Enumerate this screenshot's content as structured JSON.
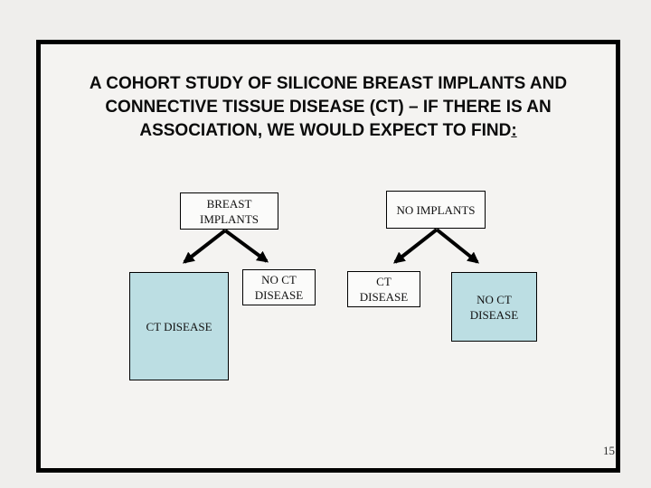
{
  "slide": {
    "title": {
      "text": "A COHORT STUDY OF SILICONE BREAST IMPLANTS AND\nCONNECTIVE TISSUE DISEASE (CT) – IF THERE IS AN\nASSOCIATION, WE WOULD EXPECT TO FIND",
      "underlined_suffix": ":"
    },
    "page_number": "15",
    "diagram": {
      "boxes": {
        "breast_implants": {
          "label": "BREAST\nIMPLANTS",
          "fill": "white"
        },
        "no_implants": {
          "label": "NO IMPLANTS",
          "fill": "white"
        },
        "ct_disease_exposed": {
          "label": "CT DISEASE",
          "fill": "teal"
        },
        "no_ct_disease_exposed": {
          "label": "NO CT\nDISEASE",
          "fill": "white"
        },
        "ct_disease_unexposed": {
          "label": "CT\nDISEASE",
          "fill": "white"
        },
        "no_ct_disease_unexposed": {
          "label": "NO CT\nDISEASE",
          "fill": "teal"
        }
      },
      "arrows": [
        {
          "from": "breast_implants",
          "to": "ct_disease_exposed"
        },
        {
          "from": "breast_implants",
          "to": "no_ct_disease_exposed"
        },
        {
          "from": "no_implants",
          "to": "ct_disease_unexposed"
        },
        {
          "from": "no_implants",
          "to": "no_ct_disease_unexposed"
        }
      ]
    },
    "colors": {
      "outer_background": "#efeeec",
      "slide_background": "#f4f3f1",
      "slide_border": "#000000",
      "box_border": "#000000",
      "box_white_fill": "#fbfbfa",
      "box_teal_fill": "#bcdee3",
      "arrow": "#000000",
      "title_text": "#0b0b0b"
    }
  }
}
